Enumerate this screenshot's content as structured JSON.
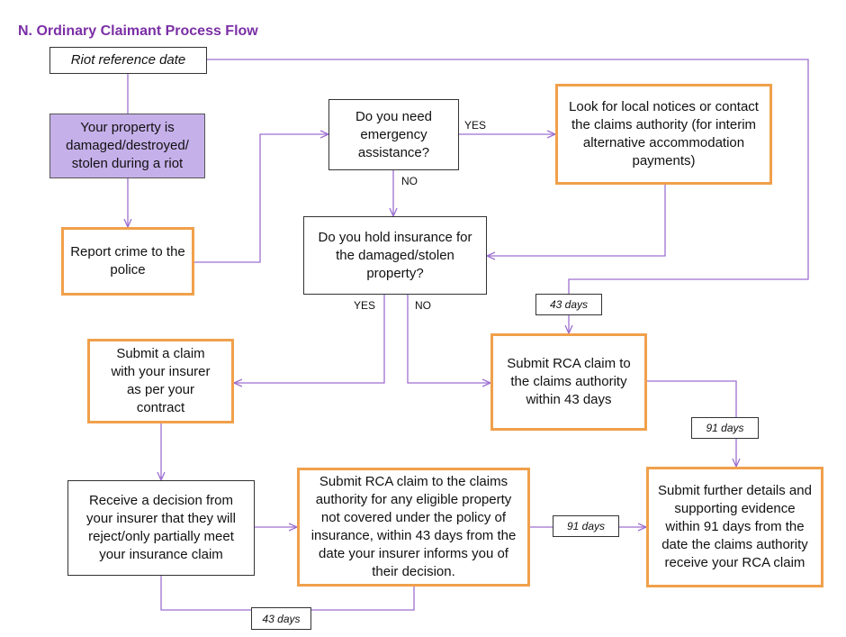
{
  "title": "N. Ordinary Claimant Process Flow",
  "colors": {
    "edge": "#9d6fd0",
    "title": "#7b2fa6",
    "accent_border": "#f0a04b",
    "highlight_fill": "#c6b0ea"
  },
  "nodes": {
    "riot_date": "Riot reference date",
    "property_damaged": "Your property is damaged/destroyed/ stolen during a riot",
    "report_crime": "Report crime to the police",
    "emergency_q": "Do you need emergency assistance?",
    "local_notices": "Look for local notices or contact the claims authority (for interim alternative accommodation payments)",
    "insurance_q": "Do you hold insurance for the damaged/stolen property?",
    "submit_insurer": "Submit a claim with your insurer as per your contract",
    "submit_rca_43": "Submit RCA claim to the claims authority within 43 days",
    "receive_decision": "Receive a decision from your insurer that they will reject/only partially meet your insurance claim",
    "submit_rca_eligible": "Submit RCA claim to the claims authority for any eligible property not covered under the policy of insurance, within 43 days from the date your insurer informs you of their decision.",
    "further_details": "Submit further details and supporting evidence within 91 days from the date the claims authority receive your RCA claim"
  },
  "edge_labels": {
    "yes_emergency": "YES",
    "no_emergency": "NO",
    "yes_insurance": "YES",
    "no_insurance": "NO",
    "days_43_top": "43 days",
    "days_91_right": "91 days",
    "days_91_mid": "91 days",
    "days_43_bottom": "43 days"
  }
}
